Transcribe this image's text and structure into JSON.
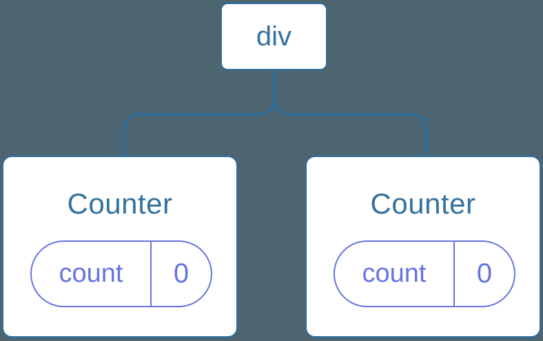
{
  "diagram": {
    "root": {
      "label": "div"
    },
    "children": [
      {
        "title": "Counter",
        "state": {
          "key": "count",
          "value": "0"
        }
      },
      {
        "title": "Counter",
        "state": {
          "key": "count",
          "value": "0"
        }
      }
    ],
    "colors": {
      "background": "#4D6471",
      "node_stroke": "#2E6E9E",
      "node_text": "#35719E",
      "state_accent": "#6673E0",
      "node_fill": "#FFFFFF"
    }
  }
}
